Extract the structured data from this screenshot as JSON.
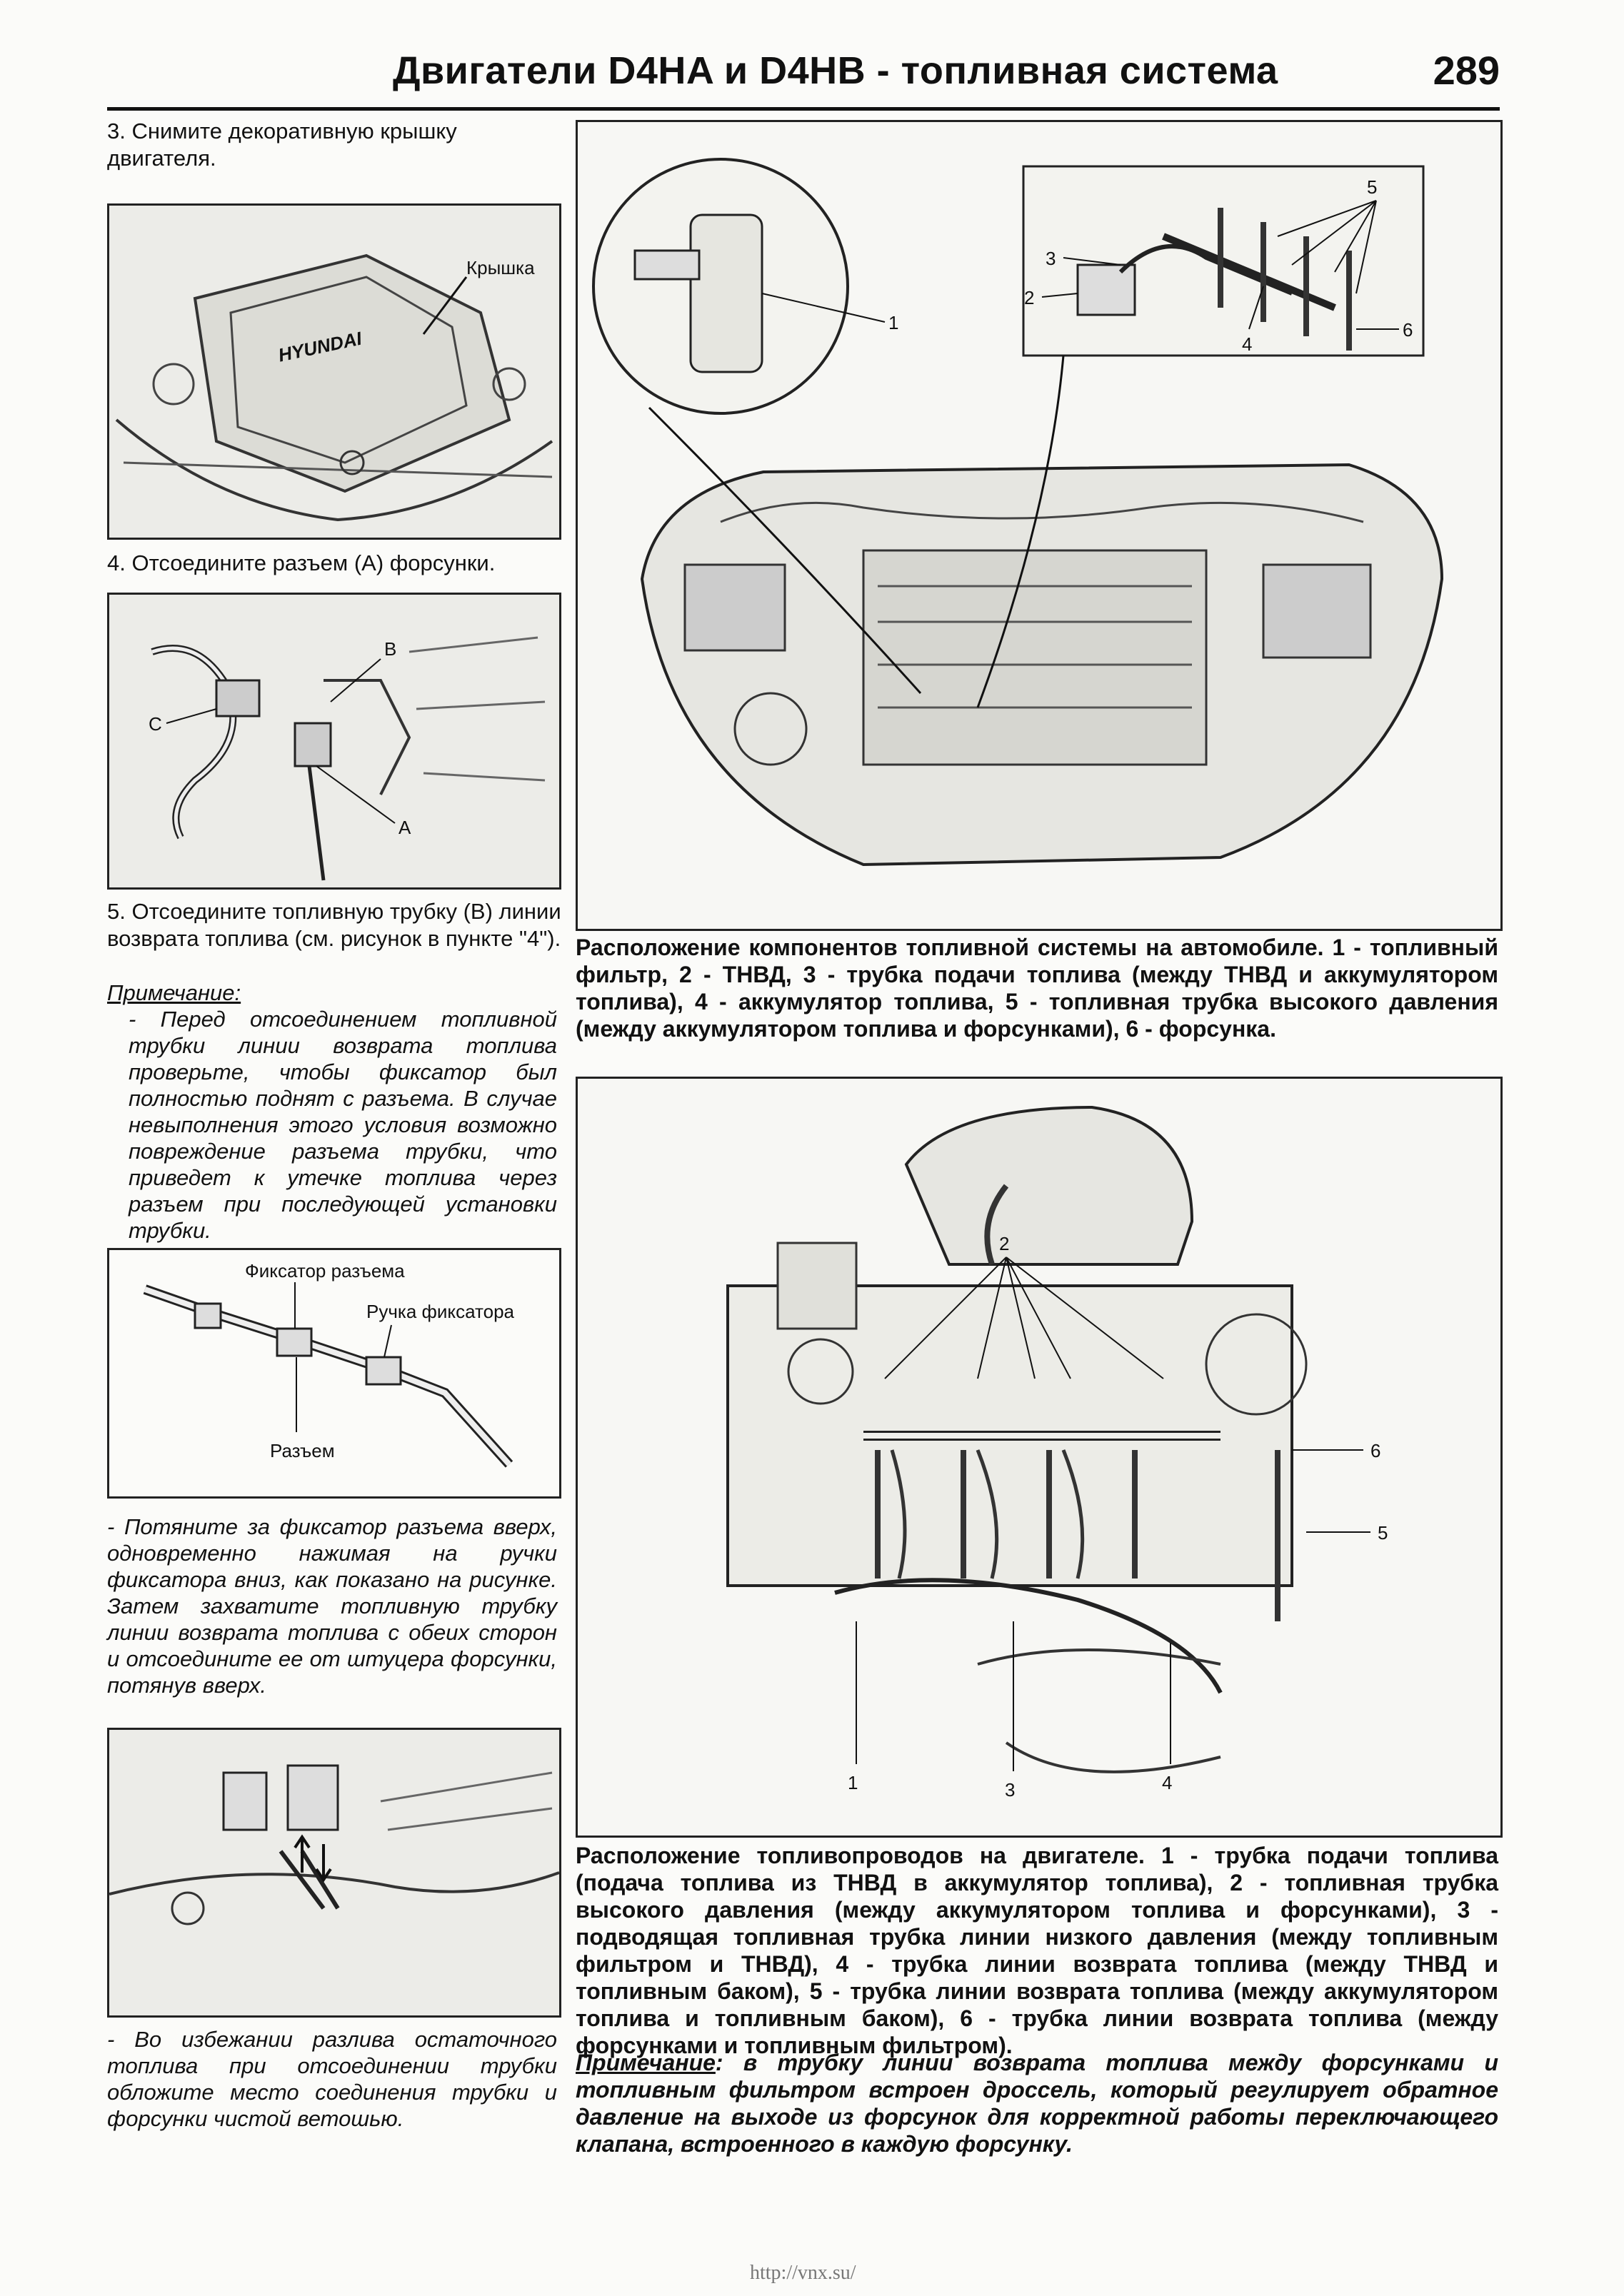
{
  "header": {
    "title": "Двигатели D4HA и D4HB - топливная система",
    "page_number": "289"
  },
  "left": {
    "step3": "3. Снимите декоративную крышку двигателя.",
    "fig1_label_cover": "Крышка",
    "step4": "4. Отсоедините разъем (A) форсунки.",
    "fig2_labels": [
      "B",
      "C",
      "A"
    ],
    "step5": "5. Отсоедините топливную трубку (B) линии возврата топлива (см. рисунок в пункте \"4\").",
    "note_title": "Примечание:",
    "note_text": "- Перед отсоединением топливной трубки линии возврата топлива проверьте, чтобы фиксатор был полностью поднят с разъема. В случае невыполнения этого условия возможно повреждение разъема трубки, что приведет к утечке топлива через разъем при последующей установки трубки.",
    "fig3_labels": {
      "latch": "Фиксатор разъема",
      "handle": "Ручка фиксатора",
      "connector": "Разъем"
    },
    "pull_text": "- Потяните за фиксатор разъема вверх, одновременно нажимая на ручки фиксатора вниз, как показано на рисунке. Затем захватите топливную трубку линии возврата топлива с обеих сторон и отсоедините ее от штуцера форсунки, потянув вверх.",
    "spill_text": "- Во избежании разлива остаточного топлива при отсоединении трубки обложите место соединения трубки и форсунки чистой ветошью."
  },
  "right": {
    "fig_top_numbers": [
      "1",
      "2",
      "3",
      "4",
      "5",
      "6"
    ],
    "caption_top": "Расположение компонентов топливной системы на автомобиле. 1 - топливный фильтр, 2 - ТНВД, 3 - трубка подачи топлива (между ТНВД и аккумулятором топлива), 4 - аккумулятор топлива, 5 - топливная трубка высокого давления (между аккумулятором топлива и форсунками), 6 - форсунка.",
    "fig_bottom_numbers": [
      "1",
      "2",
      "3",
      "4",
      "5",
      "6"
    ],
    "caption_bottom": "Расположение топливопроводов на двигателе. 1 - трубка подачи топлива (подача топлива из ТНВД в аккумулятор топлива), 2 - топливная трубка высокого давления (между аккумулятором топлива и форсунками), 3 - подводящая топливная трубка линии низкого давления (между топливным фильтром и ТНВД), 4 - трубка линии возврата топлива (между ТНВД и топливным баком), 5 - трубка линии возврата топлива (между аккумулятором топлива и топливным баком), 6 - трубка линии возврата топлива (между форсунками и топливным фильтром).",
    "note_title": "Примечание",
    "note_text": ": в трубку линии возврата топлива между форсунками и топливным фильтром встроен дроссель, который регулирует обратное давление на выходе из форсунок для корректной работы переключающего клапана, встроенного в каждую форсунку."
  },
  "footer": {
    "url": "http://vnx.su/"
  }
}
